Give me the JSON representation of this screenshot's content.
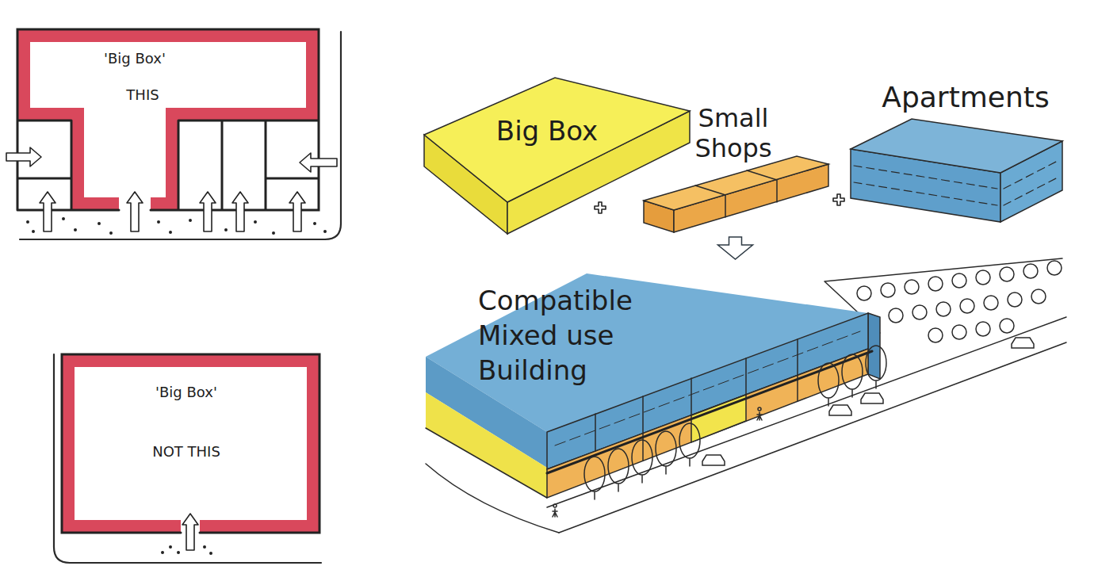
{
  "diagram": {
    "nodes": [
      {
        "text": [
          "'Big Box'",
          "THIS"
        ]
      },
      {
        "text": [
          "Big Box"
        ]
      },
      {
        "text": [
          "Small Shops"
        ]
      },
      {
        "text": [
          "Apartments"
        ]
      },
      {
        "text": [
          "Compatible Mixed use Building"
        ]
      },
      {
        "text": [
          "'Big Box'",
          "NOT THIS"
        ]
      }
    ],
    "edges": [
      {
        "from": 2,
        "to": 4,
        "arrow": "to"
      }
    ]
  }
}
